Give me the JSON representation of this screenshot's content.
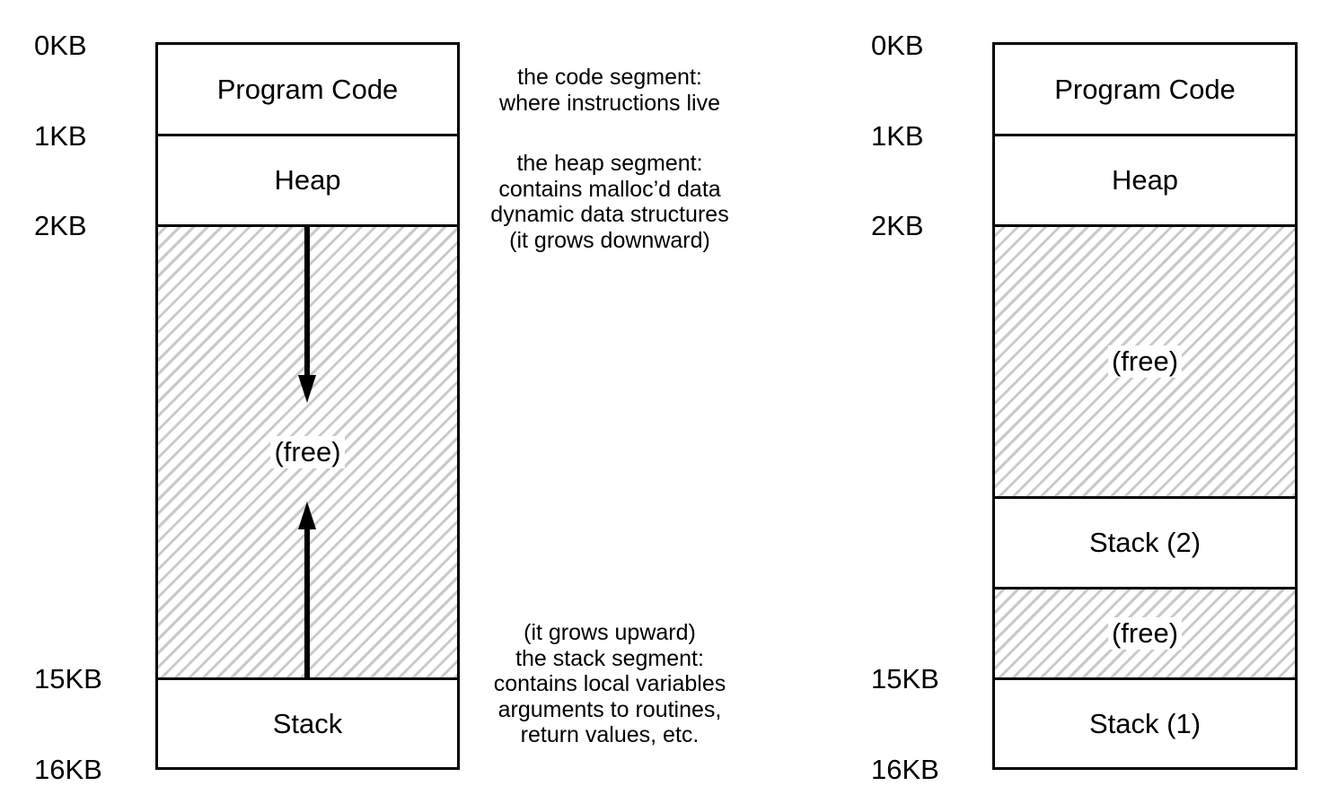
{
  "left_diagram": {
    "address_labels": [
      "0KB",
      "1KB",
      "2KB",
      "15KB",
      "16KB"
    ],
    "segments": {
      "code": "Program Code",
      "heap": "Heap",
      "free": "(free)",
      "stack": "Stack"
    },
    "notes": {
      "code": [
        "the code segment:",
        "where instructions live"
      ],
      "heap": [
        "the heap segment:",
        "contains malloc’d data",
        "dynamic data structures",
        "(it grows downward)"
      ],
      "stack": [
        "(it grows upward)",
        "the stack segment:",
        "contains local variables",
        "arguments to routines,",
        "return values, etc."
      ]
    }
  },
  "right_diagram": {
    "address_labels": [
      "0KB",
      "1KB",
      "2KB",
      "15KB",
      "16KB"
    ],
    "segments": {
      "code": "Program Code",
      "heap": "Heap",
      "free_upper": "(free)",
      "stack2": "Stack (2)",
      "free_lower": "(free)",
      "stack1": "Stack (1)"
    }
  },
  "colors": {
    "border": "#000000",
    "hatch": "#c9c9c9",
    "background": "#ffffff"
  }
}
